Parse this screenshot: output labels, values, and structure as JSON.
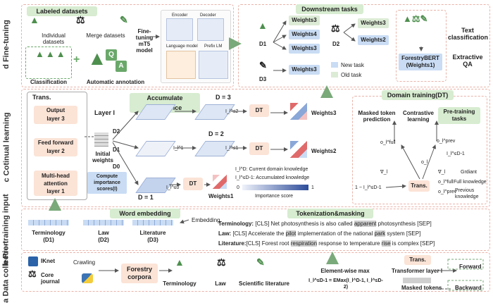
{
  "side_labels": {
    "d": "d Fine-tuning",
    "c": "c Cotinual learning",
    "b": "b Pre-training input",
    "a": "a Data collection"
  },
  "finetune": {
    "labeled_datasets": "Labeled datasets",
    "individual": "Individual datasets",
    "merge": "Merge datasets",
    "classification": "Classification",
    "auto_annotation": "Automatic annotation",
    "finetuning_model": "Fine-tuning mT5 model",
    "encoder": "Encoder",
    "decoder": "Decoder",
    "language_model": "Language model",
    "prefix_lm": "Prefix LM",
    "downstream": "Downstream tasks",
    "d1": "D1",
    "d2": "D2",
    "d3": "D3",
    "w3": "Weights3",
    "w4": "Weights4",
    "w2": "Weights2",
    "w1": "Weights1",
    "new_task": "New task",
    "old_task": "Old task",
    "forestrybert": "ForestryBERT (Weights1)",
    "text_classification": "Text classification",
    "extractive_qa": "Extractive QA"
  },
  "continual": {
    "trans": "Trans.",
    "output": "Output",
    "layer3": "layer 3",
    "ffn": "Feed forward",
    "layer2": "layer 2",
    "mha": "Multi-head attention",
    "layer1": "layer 1",
    "layer_l": "Layer l",
    "initial_weights": "Initial weights",
    "compute_importance": "Compute importance scores(I)",
    "accumulate": "Accumulate importance",
    "D3": "D = 3",
    "D2": "D = 2",
    "D1": "D = 1",
    "d_labels": [
      "D2",
      "D1",
      "D0"
    ],
    "i_s2": "I_l^≤2",
    "i_1": "I_l^1",
    "i_s1": "I_l^≤1",
    "i_0": "I_l^≤0",
    "dt": "DT",
    "weights3": "Weights3",
    "weights2": "Weights2",
    "weights1": "Weights1",
    "legend1": "I_l^D: Current domain knowledge",
    "legend2": "I_l^≤D-1: Accumulated knowledge",
    "legend_scale_min": "0",
    "legend_scale_max": "1",
    "importance_score": "Importance score",
    "domain_training": "Domain training(DT)",
    "masked_token": "Masked token prediction",
    "contrastive": "Contrastive learning",
    "pretrain_tasks": "Pre-training tasks",
    "o_full": "o_l^full",
    "o_prev": "o_l^prev",
    "o_l": "o_l",
    "i_dm1": "I_l^≤D-1",
    "grad": "∇_l",
    "one_minus": "1 − I_l^≤D-1",
    "trans_small": "Trans.",
    "grdiant": "Grdiant",
    "full_knowledge": "Full knowledge",
    "prev_knowledge": "Previous knowledge"
  },
  "pretrain": {
    "word_embedding": "Word embedding",
    "embedding": "Embedding",
    "terminology": "Terminology",
    "law": "Law",
    "literature": "Literature",
    "td": "(D1)",
    "ld": "(D2)",
    "lid": "(D3)",
    "tokenization": "Tokenization&masking",
    "term_label": "Terminology:",
    "term_pre": "[CLS] Net photosynthesis is also called ",
    "term_hl": "apparent",
    "term_post": " photosynthesis [SEP]",
    "law_label": "Law:",
    "law_pre": "[CLS] Accelerate the ",
    "law_hl1": "pilot",
    "law_mid": " implementation of the national ",
    "law_hl2": "park",
    "law_post": " system [SEP]",
    "lit_label": "Literature:",
    "lit_pre": "[CLS] Forest root ",
    "lit_hl1": "respiration",
    "lit_mid": " response to temperature ",
    "lit_hl2": "rise",
    "lit_post": " is complex [SEP]"
  },
  "collection": {
    "iknet": "IKnet",
    "core_journal": "Core journal",
    "crawling": "Crawling",
    "corpora": "Forestry corpora",
    "terminology": "Terminology",
    "law": "Law",
    "lit": "Scientific literature",
    "elem_max": "Element-wise max",
    "formula": "I_l^≤D-1 = EMax(I_l^D-1, I_l^≤D-2)",
    "trans_layer": "Trans.",
    "trans_layer_desc": "Transformer layer l",
    "masked_tokens": "Masked tokens",
    "forward": "Forward",
    "backward": "Backward"
  },
  "colors": {
    "green": "#6aa86a",
    "green_header": "#d7ecd0",
    "peach": "#fbe3d6",
    "blue": "#c9dcf4",
    "dash": "#e9b3a8"
  }
}
